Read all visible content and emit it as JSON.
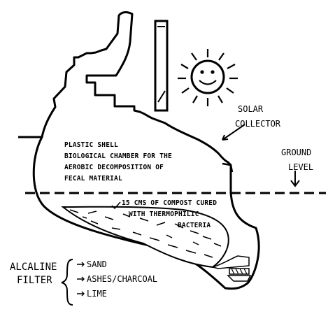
{
  "labels": {
    "solar_collector": [
      "SOLAR",
      "COLLECTOR"
    ],
    "chamber": [
      "PLASTIC SHELL",
      "BIOLOGICAL CHAMBER FOR THE",
      "AEROBIC DECOMPOSITION OF",
      "FECAL MATERIAL"
    ],
    "ground_level": [
      "GROUND",
      "LEVEL"
    ],
    "compost": [
      "15 CMS OF COMPOST CURED",
      "WITH THERMOPHILIC",
      "BACTERIA"
    ],
    "filter_title": [
      "ALCALINE",
      "FILTER"
    ],
    "filter_layers": [
      "SAND",
      "ASHES/CHARCOAL",
      "LIME"
    ]
  },
  "colors": {
    "ink": "#000000",
    "background": "#ffffff"
  }
}
